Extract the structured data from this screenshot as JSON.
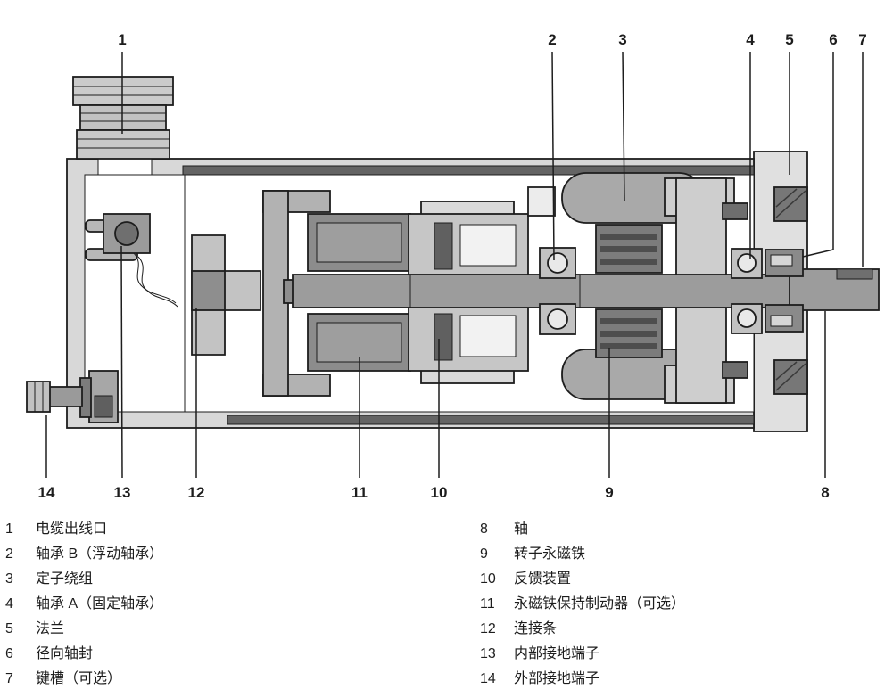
{
  "diagram": {
    "callouts_top": [
      {
        "num": "1"
      },
      {
        "num": "2"
      },
      {
        "num": "3"
      },
      {
        "num": "4"
      },
      {
        "num": "5"
      },
      {
        "num": "6"
      },
      {
        "num": "7"
      }
    ],
    "callouts_bottom": [
      {
        "num": "14"
      },
      {
        "num": "13"
      },
      {
        "num": "12"
      },
      {
        "num": "11"
      },
      {
        "num": "10"
      },
      {
        "num": "9"
      },
      {
        "num": "8"
      }
    ],
    "palette": {
      "outline": "#1d1d1d",
      "housing": "#d8d8d8",
      "flange": "#e0e0e0",
      "shaft": "#9c9c9c",
      "dark_part": "#6e6e6e",
      "stator": "#a9a9a9"
    }
  },
  "legend": {
    "left": [
      {
        "num": "1",
        "text": "电缆出线口"
      },
      {
        "num": "2",
        "text": "轴承 B（浮动轴承）"
      },
      {
        "num": "3",
        "text": "定子绕组"
      },
      {
        "num": "4",
        "text": "轴承 A（固定轴承）"
      },
      {
        "num": "5",
        "text": "法兰"
      },
      {
        "num": "6",
        "text": "径向轴封"
      },
      {
        "num": "7",
        "text": "键槽（可选）"
      }
    ],
    "right": [
      {
        "num": "8",
        "text": "轴"
      },
      {
        "num": "9",
        "text": "转子永磁铁"
      },
      {
        "num": "10",
        "text": "反馈装置"
      },
      {
        "num": "11",
        "text": "永磁铁保持制动器（可选）"
      },
      {
        "num": "12",
        "text": "连接条"
      },
      {
        "num": "13",
        "text": "内部接地端子"
      },
      {
        "num": "14",
        "text": "外部接地端子"
      }
    ]
  }
}
